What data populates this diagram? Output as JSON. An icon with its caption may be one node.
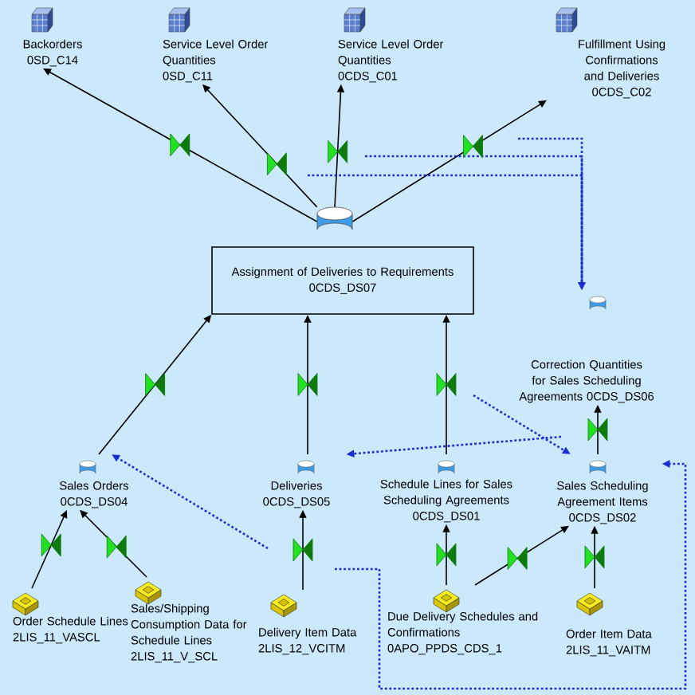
{
  "diagram": {
    "nodes": [
      {
        "text": [
          "Backorders",
          "0SD_C14"
        ]
      },
      {
        "text": [
          "Service Level Order Quantities",
          "0SD_C11"
        ]
      },
      {
        "text": [
          "Service Level Order Quantities",
          "0CDS_C01"
        ]
      },
      {
        "text": [
          "Fulfillment Using Confirmations and Deliveries",
          "0CDS_C02"
        ]
      },
      {
        "text": [],
        "shape": "cylinder"
      },
      {
        "text": [
          "Assignment of Deliveries to Requirements",
          "0CDS_DS07"
        ]
      },
      {
        "text": [
          "Correction Quantities for Sales Scheduling Agreements 0CDS_DS06"
        ]
      },
      {
        "text": [
          "Sales Orders",
          "0CDS_DS04"
        ]
      },
      {
        "text": [
          "Deliveries",
          "0CDS_DS05"
        ]
      },
      {
        "text": [
          "Schedule Lines for Sales Scheduling Agreements",
          "0CDS_DS01"
        ]
      },
      {
        "text": [
          "Sales Scheduling Agreement Items",
          "0CDS_DS02"
        ]
      },
      {
        "text": [
          "Order Schedule Lines",
          "2LIS_11_VASCL"
        ]
      },
      {
        "text": [
          "Sales/Shipping Consumption Data for Schedule Lines",
          "2LIS_11_V_SCL"
        ]
      },
      {
        "text": [
          "Delivery Item Data",
          "2LIS_12_VCITM"
        ]
      },
      {
        "text": [
          "Due Delivery Schedules and Confirmations",
          "0APO_PPDS_CDS_1"
        ]
      },
      {
        "text": [
          "Order Item Data",
          "2LIS_11_VAITM"
        ]
      }
    ],
    "edges": [
      {
        "from": 4,
        "to": 0,
        "arrow": "to"
      },
      {
        "from": 4,
        "to": 1,
        "arrow": "to"
      },
      {
        "from": 4,
        "to": 2,
        "arrow": "to"
      },
      {
        "from": 4,
        "to": 3,
        "arrow": "to"
      },
      {
        "from": 7,
        "to": 5,
        "arrow": "to"
      },
      {
        "from": 8,
        "to": 5,
        "arrow": "to"
      },
      {
        "from": 9,
        "to": 5,
        "arrow": "to"
      },
      {
        "from": 10,
        "to": 6,
        "arrow": "to"
      },
      {
        "from": 11,
        "to": 7,
        "arrow": "to"
      },
      {
        "from": 12,
        "to": 7,
        "arrow": "to"
      },
      {
        "from": 13,
        "to": 8,
        "arrow": "to"
      },
      {
        "from": 14,
        "to": 9,
        "arrow": "to"
      },
      {
        "from": 14,
        "to": 10,
        "arrow": "to"
      },
      {
        "from": 15,
        "to": 10,
        "arrow": "to"
      },
      {
        "from": null,
        "to": 6,
        "arrow": "to",
        "style": "dashed",
        "color": "#1a2fd2"
      },
      {
        "from": null,
        "to": 6,
        "arrow": "to",
        "style": "dashed",
        "color": "#1a2fd2"
      },
      {
        "from": null,
        "to": 6,
        "arrow": "to",
        "style": "dashed",
        "color": "#1a2fd2"
      },
      {
        "from": null,
        "to": 10,
        "arrow": "to",
        "style": "dashed",
        "color": "#1a2fd2"
      },
      {
        "from": null,
        "to": 8,
        "arrow": "to",
        "style": "dashed",
        "color": "#1a2fd2"
      },
      {
        "from": null,
        "to": 7,
        "arrow": "to",
        "style": "dashed",
        "color": "#1a2fd2"
      },
      {
        "from": null,
        "to": 10,
        "arrow": "to",
        "style": "dashed",
        "color": "#1a2fd2"
      }
    ]
  }
}
